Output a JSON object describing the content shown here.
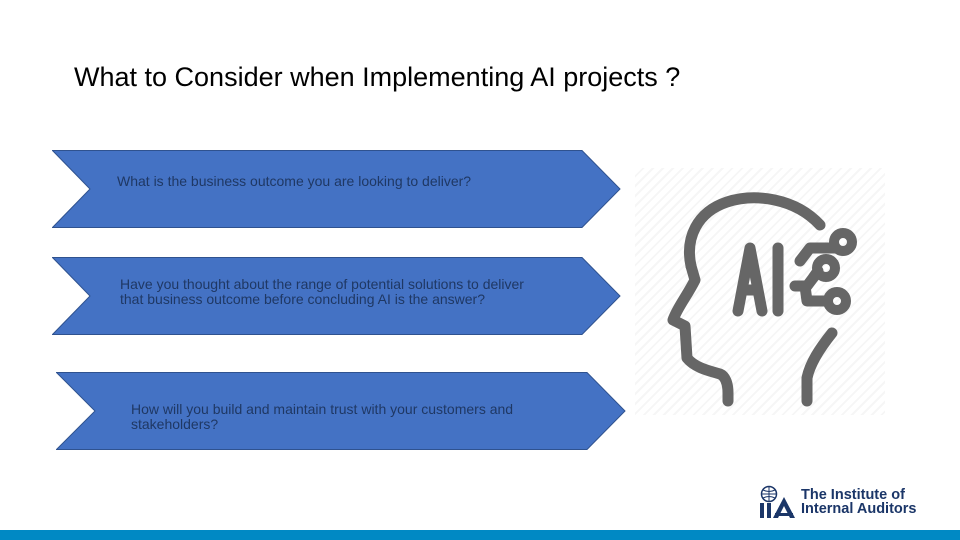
{
  "slide": {
    "title": "What to Consider when Implementing AI projects ?",
    "chevrons": [
      {
        "text": "What is the business outcome you are looking to deliver?"
      },
      {
        "text": "Have you thought about the range of potential solutions to deliver that business outcome before concluding AI is the answer?"
      },
      {
        "text": "How will you build and maintain trust with your customers and stakeholders?"
      }
    ],
    "icon": {
      "name": "ai-head-icon",
      "label": "AI"
    },
    "logo": {
      "line1": "The Institute of",
      "line2": "Internal Auditors",
      "mark": "IIA"
    },
    "colors": {
      "chevron_fill": "#4472C4",
      "chevron_stroke": "#2F528F",
      "chevron_text": "#1F3864",
      "icon_gray": "#666666",
      "logo_navy": "#1B3668",
      "bottom_bar": "#0089C4"
    }
  }
}
